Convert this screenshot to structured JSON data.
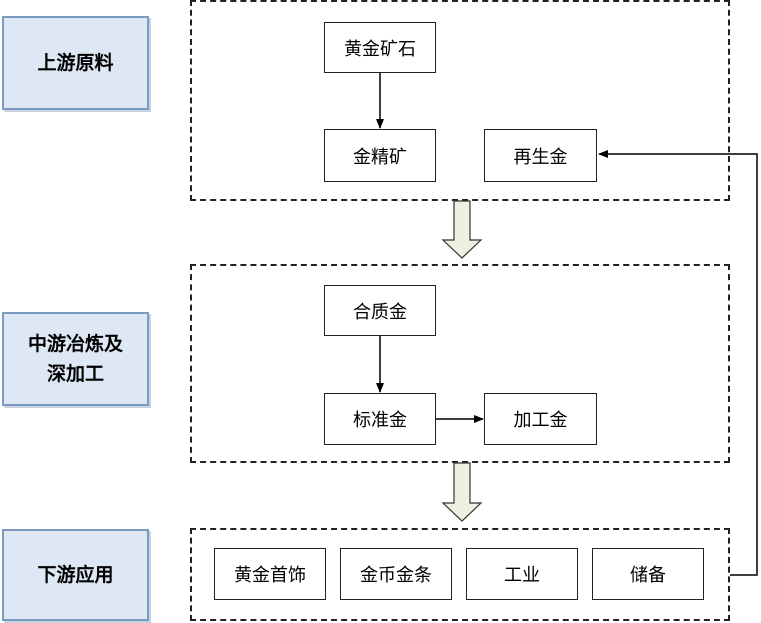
{
  "stages": {
    "upstream": "上游原料",
    "midstream_line1": "中游冶炼及",
    "midstream_line2": "深加工",
    "downstream": "下游应用"
  },
  "nodes": {
    "gold_ore": "黄金矿石",
    "gold_concentrate": "金精矿",
    "recycled_gold": "再生金",
    "alloy_gold": "合质金",
    "standard_gold": "标准金",
    "processed_gold": "加工金",
    "gold_jewelry": "黄金首饰",
    "gold_coins_bars": "金币金条",
    "industry": "工业",
    "reserves": "储备"
  }
}
